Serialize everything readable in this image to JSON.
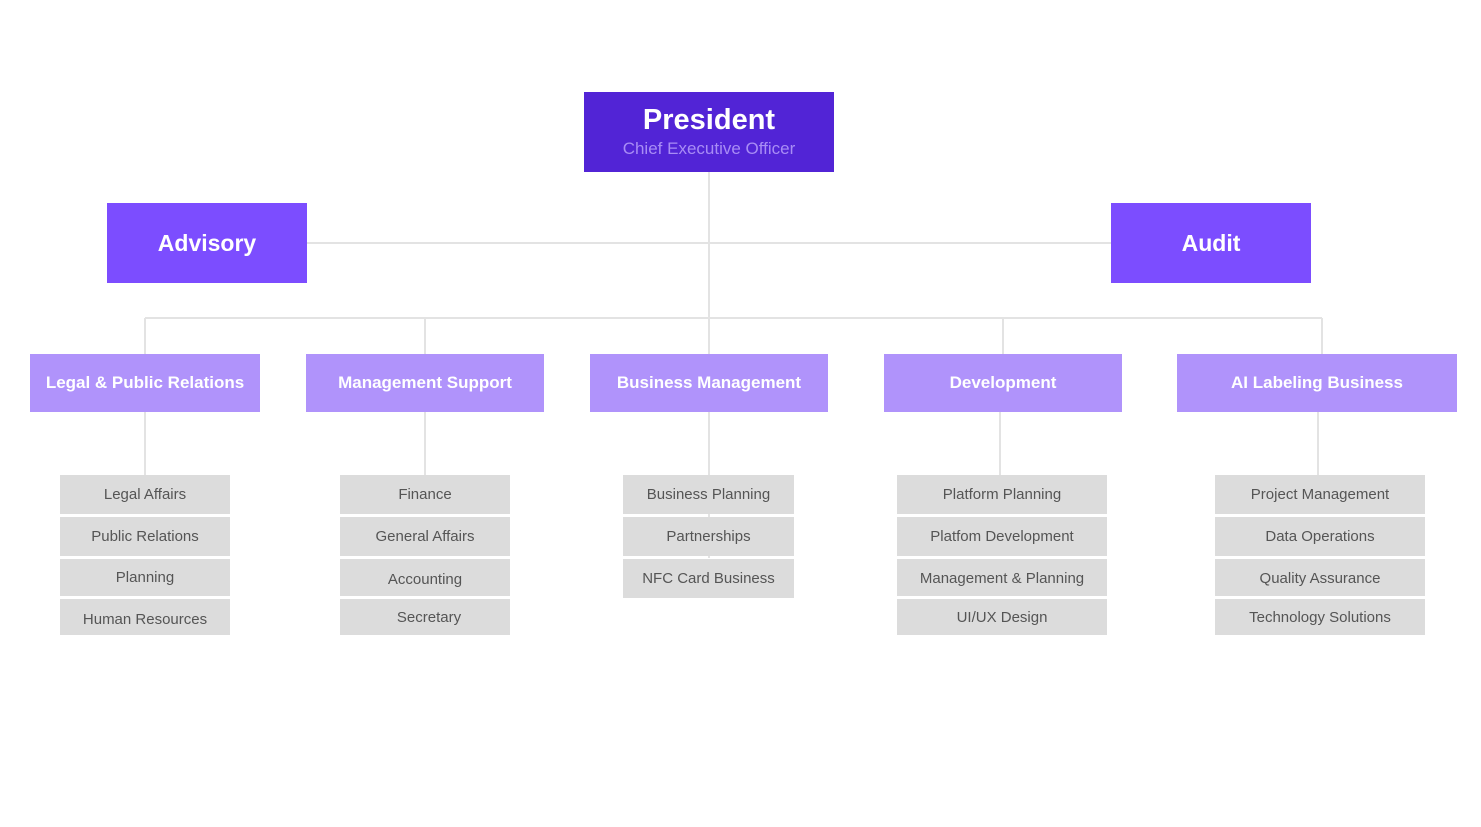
{
  "president": {
    "title": "President",
    "subtitle": "Chief Executive Officer"
  },
  "advisory": {
    "label": "Advisory"
  },
  "audit": {
    "label": "Audit"
  },
  "departments": [
    {
      "name": "Legal & Public Relations",
      "teams": [
        "Legal Affairs",
        "Public Relations",
        "Planning",
        "Human Resources"
      ]
    },
    {
      "name": "Management Support",
      "teams": [
        "Finance",
        "General Affairs",
        "Accounting",
        "Secretary"
      ]
    },
    {
      "name": "Business Management",
      "teams": [
        "Business Planning",
        "Partnerships",
        "NFC Card Business"
      ]
    },
    {
      "name": "Development",
      "teams": [
        "Platform Planning",
        "Platfom Development",
        "Management & Planning",
        "UI/UX Design"
      ]
    },
    {
      "name": "AI Labeling Business",
      "teams": [
        "Project Management",
        "Data Operations",
        "Quality Assurance",
        "Technology Solutions"
      ]
    }
  ],
  "colors": {
    "president": "#5224d6",
    "side_units": "#7c4dff",
    "departments": "#b093fb",
    "teams": "#dcdcdc",
    "connectors": "#e3e3e3"
  }
}
